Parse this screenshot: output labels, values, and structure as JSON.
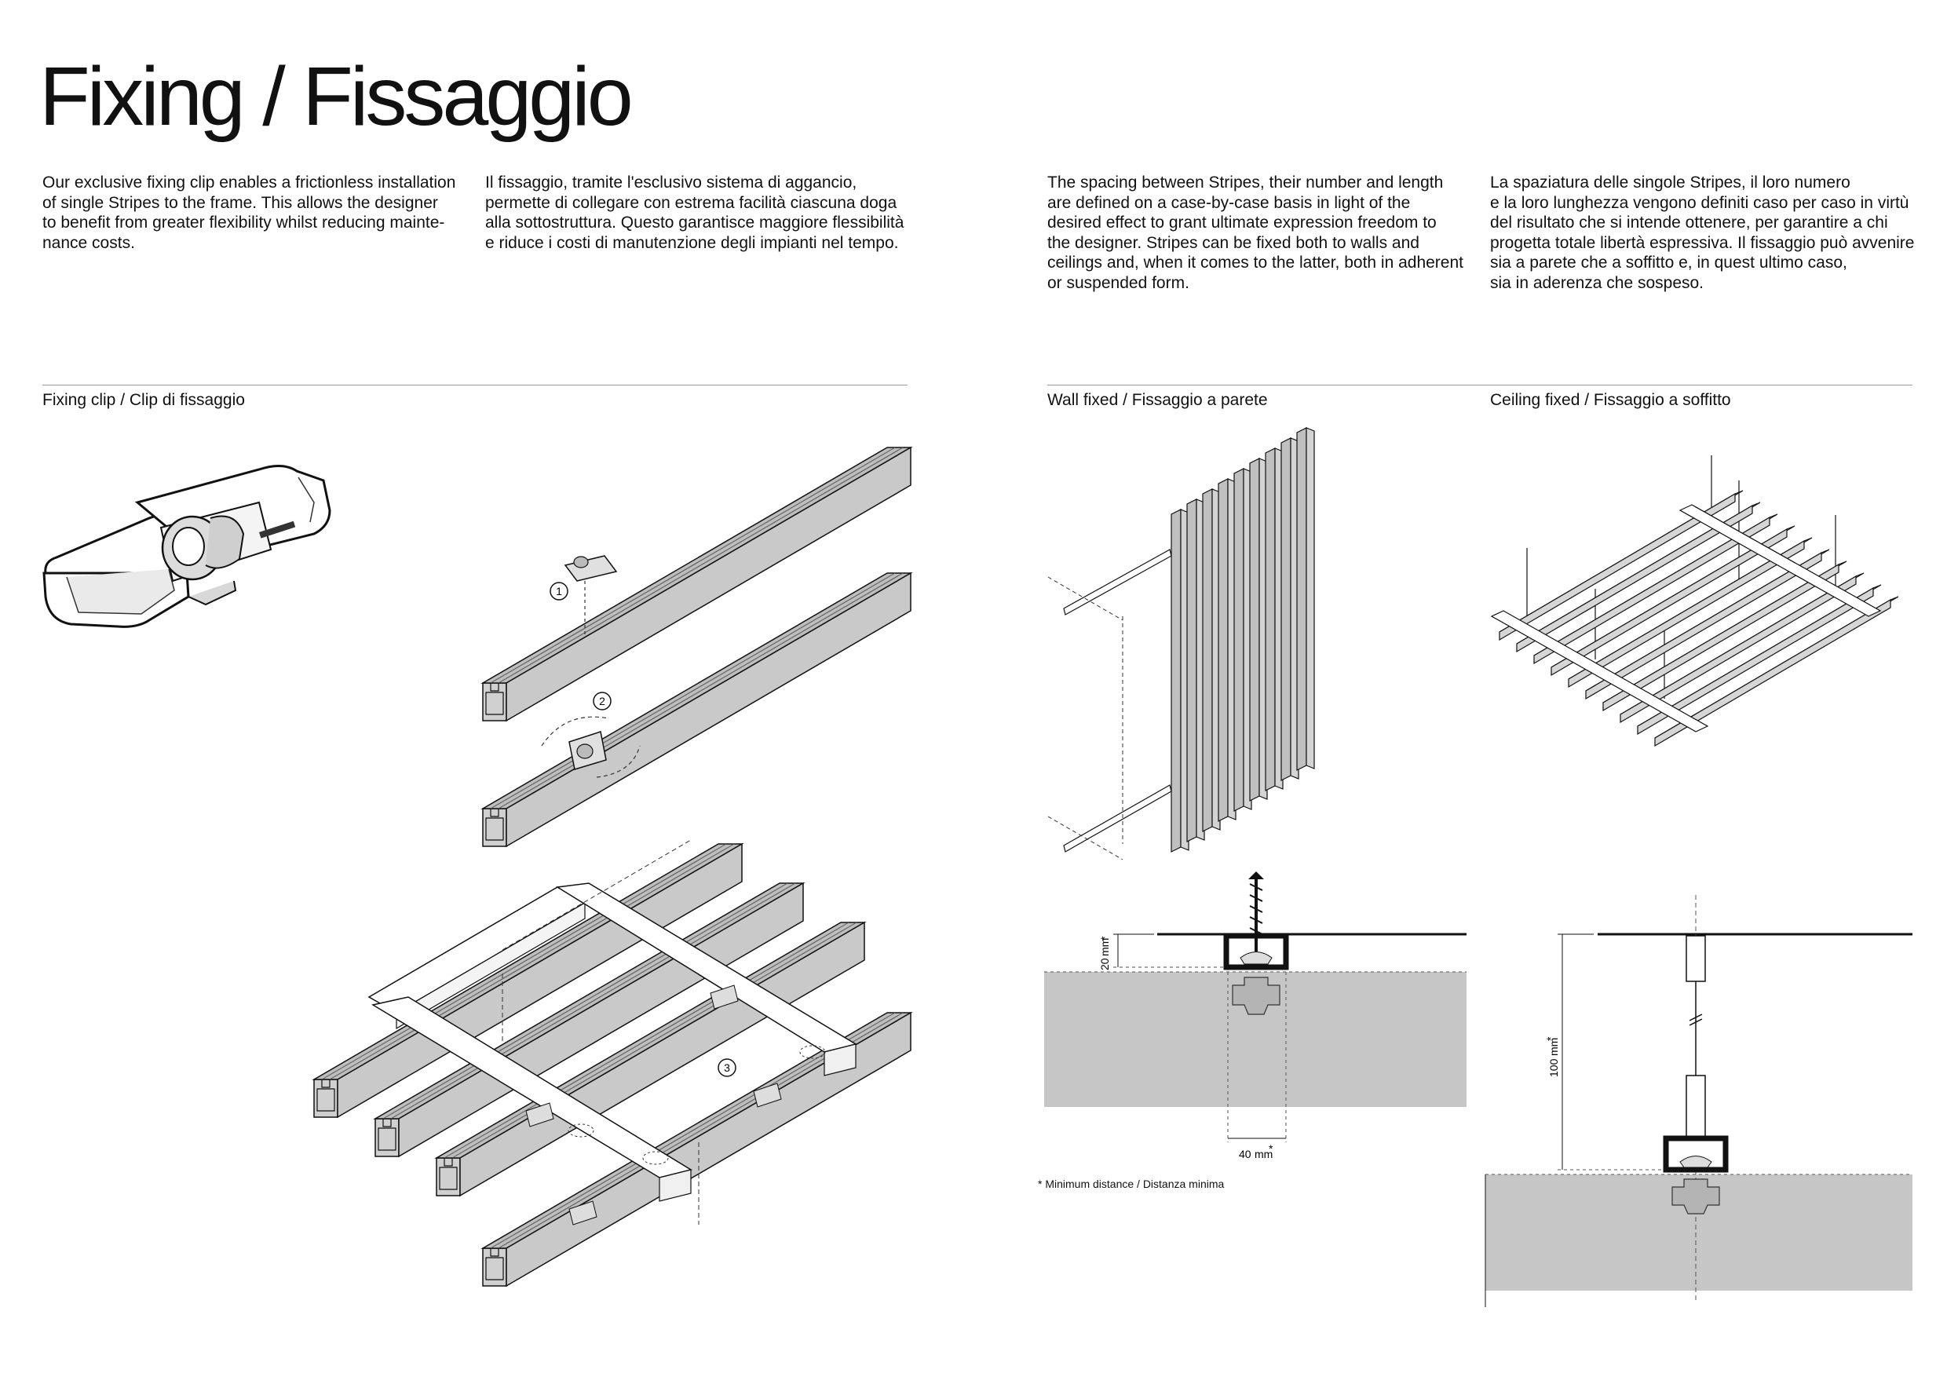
{
  "title": "Fixing / Fissaggio",
  "intro": {
    "left_en": "Our exclusive fixing clip enables a frictionless installation\nof single Stripes to the frame. This allows the designer\nto benefit from greater flexibility whilst reducing mainte-\nnance costs.",
    "left_it": "Il fissaggio, tramite l'esclusivo sistema di aggancio,\npermette di collegare con estrema facilità ciascuna doga\nalla sottostruttura. Questo garantisce maggiore flessibilità\ne riduce i costi di manutenzione degli impianti nel tempo.",
    "right_en": "The spacing between Stripes, their number and length\nare defined on a case-by-case basis in light of the\ndesired effect to grant ultimate expression freedom to\nthe designer. Stripes can be fixed both to walls and\nceilings and, when it comes to the latter, both in adherent\nor suspended form.",
    "right_it": "La spaziatura delle singole Stripes, il loro numero\ne la loro lunghezza vengono definiti caso per caso in virtù\ndel risultato che si intende ottenere, per garantire a chi\nprogetta totale libertà espressiva. Il fissaggio può avvenire\nsia a parete che a soffitto e, in quest ultimo caso,\nsia in aderenza che sospeso."
  },
  "sections": {
    "fixing_clip": "Fixing clip / Clip di fissaggio",
    "wall_fixed": "Wall fixed / Fissaggio a parete",
    "ceiling_fixed": "Ceiling fixed / Fissaggio a soffitto"
  },
  "steps": [
    "1",
    "2",
    "3"
  ],
  "dimensions": {
    "wall_depth": "20",
    "wall_width": "40",
    "ceiling_drop": "100",
    "unit": "mm",
    "asterisk": "*"
  },
  "footnote": "* Minimum distance / Distanza minima",
  "colors": {
    "profile_fill": "#c8c8c8",
    "section_fill": "#c6c6c6",
    "line": "#111111",
    "rule": "#9a9a9a"
  }
}
